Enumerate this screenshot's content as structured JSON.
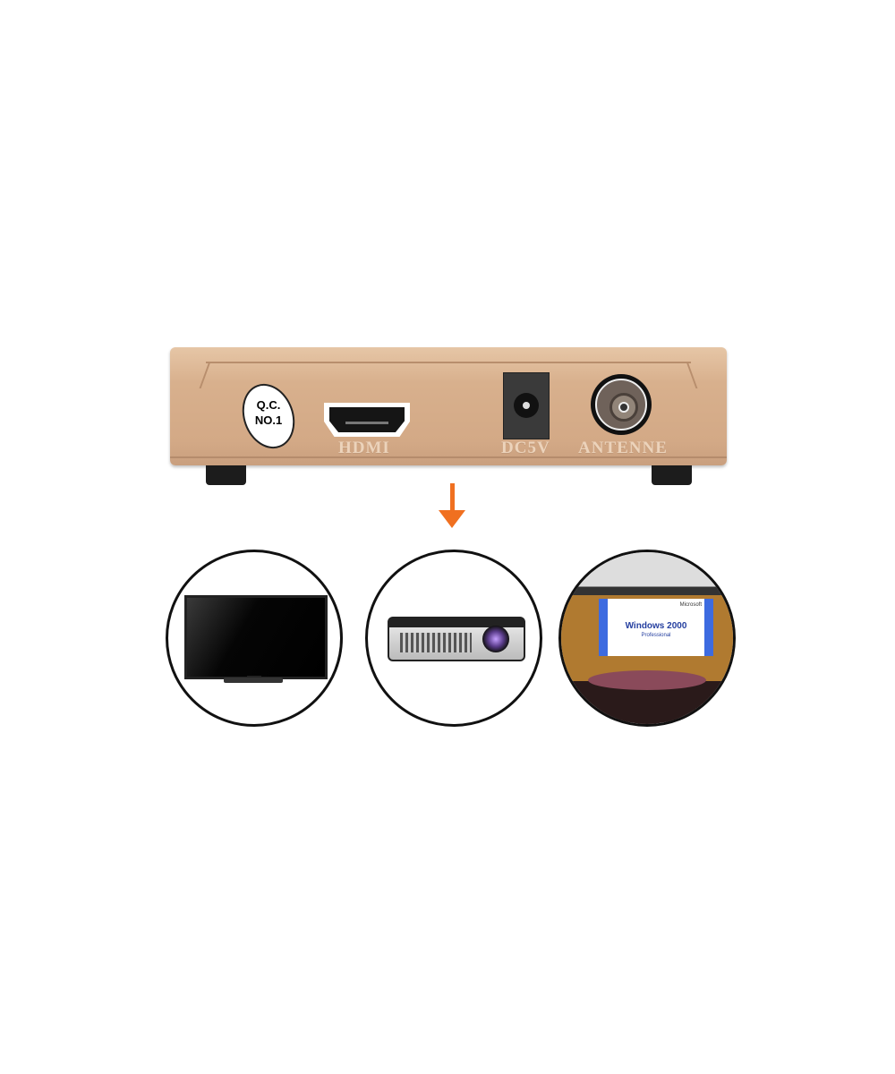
{
  "device": {
    "sticker": {
      "line1": "Q.C.",
      "line2": "NO.1"
    },
    "ports": [
      {
        "label": "HDMI",
        "icon": "hdmi-port"
      },
      {
        "label": "DC5V",
        "icon": "dc-power-jack"
      },
      {
        "label": "ANTENNE",
        "icon": "coaxial-antenna-port"
      }
    ]
  },
  "arrow_color": "#f07020",
  "outputs": [
    {
      "icon": "television"
    },
    {
      "icon": "projector"
    },
    {
      "icon": "conference-room-screen",
      "screen_text": {
        "brand": "Microsoft",
        "title": "Windows 2000",
        "subtitle": "Professional"
      }
    }
  ]
}
